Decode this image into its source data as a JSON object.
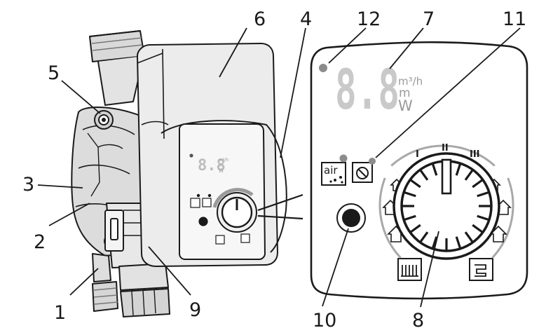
{
  "callouts": {
    "c1": "1",
    "c2": "2",
    "c3": "3",
    "c4": "4",
    "c5": "5",
    "c6": "6",
    "c7": "7",
    "c8": "8",
    "c9": "9",
    "c10": "10",
    "c11": "11",
    "c12": "12"
  },
  "display": {
    "digits": "8.8",
    "unit_flow": "m³/h",
    "unit_head": "m",
    "unit_power": "W"
  },
  "dial": {
    "speed_1": "I",
    "speed_2": "II",
    "speed_3": "III"
  },
  "buttons": {
    "air_label": "air"
  }
}
